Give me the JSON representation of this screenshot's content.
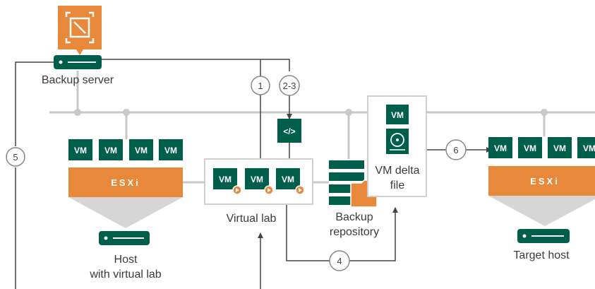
{
  "backup_server": {
    "label": "Backup server"
  },
  "source_host": {
    "esxi_label": "ESXi",
    "vms": [
      "VM",
      "VM",
      "VM",
      "VM"
    ],
    "label_line1": "Host",
    "label_line2": "with virtual lab"
  },
  "virtual_lab": {
    "label": "Virtual lab",
    "vms": [
      "VM",
      "VM",
      "VM"
    ]
  },
  "code_icon": "</>",
  "repository": {
    "label_line1": "Backup",
    "label_line2": "repository"
  },
  "delta": {
    "vm": "VM",
    "label_line1": "VM delta",
    "label_line2": "file"
  },
  "target_host": {
    "esxi_label": "ESXi",
    "vms": [
      "VM",
      "VM",
      "VM",
      "VM"
    ],
    "label": "Target host"
  },
  "steps": {
    "s1": "1",
    "s23": "2-3",
    "s4": "4",
    "s5": "5",
    "s6": "6"
  },
  "colors": {
    "orange": "#e8883a",
    "green": "#005f4b",
    "gray": "#c8c8c8"
  }
}
